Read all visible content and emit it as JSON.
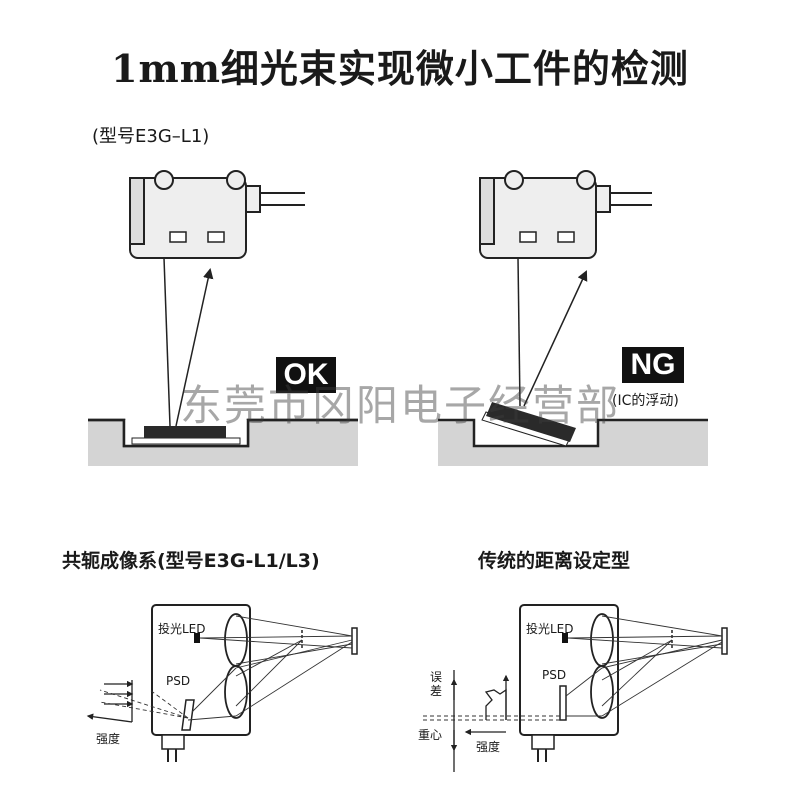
{
  "title": "1mm细光束实现微小工件的检测",
  "top_model": "(型号E3G–L1)",
  "ok_label": "OK",
  "ng_label": "NG",
  "ng_note": "(IC的浮动)",
  "watermark": "东莞市冈阳电子经营部",
  "left_heading": "共轭成像系(型号E3G-L1/L3)",
  "right_heading": "传统的距离设定型",
  "left_diagram": {
    "led_label": "投光LED",
    "psd_label": "PSD",
    "intensity_label": "强度"
  },
  "right_diagram": {
    "led_label": "投光LED",
    "psd_label": "PSD",
    "error_label": "误差",
    "centroid_label": "重心",
    "intensity_label": "强度"
  }
}
